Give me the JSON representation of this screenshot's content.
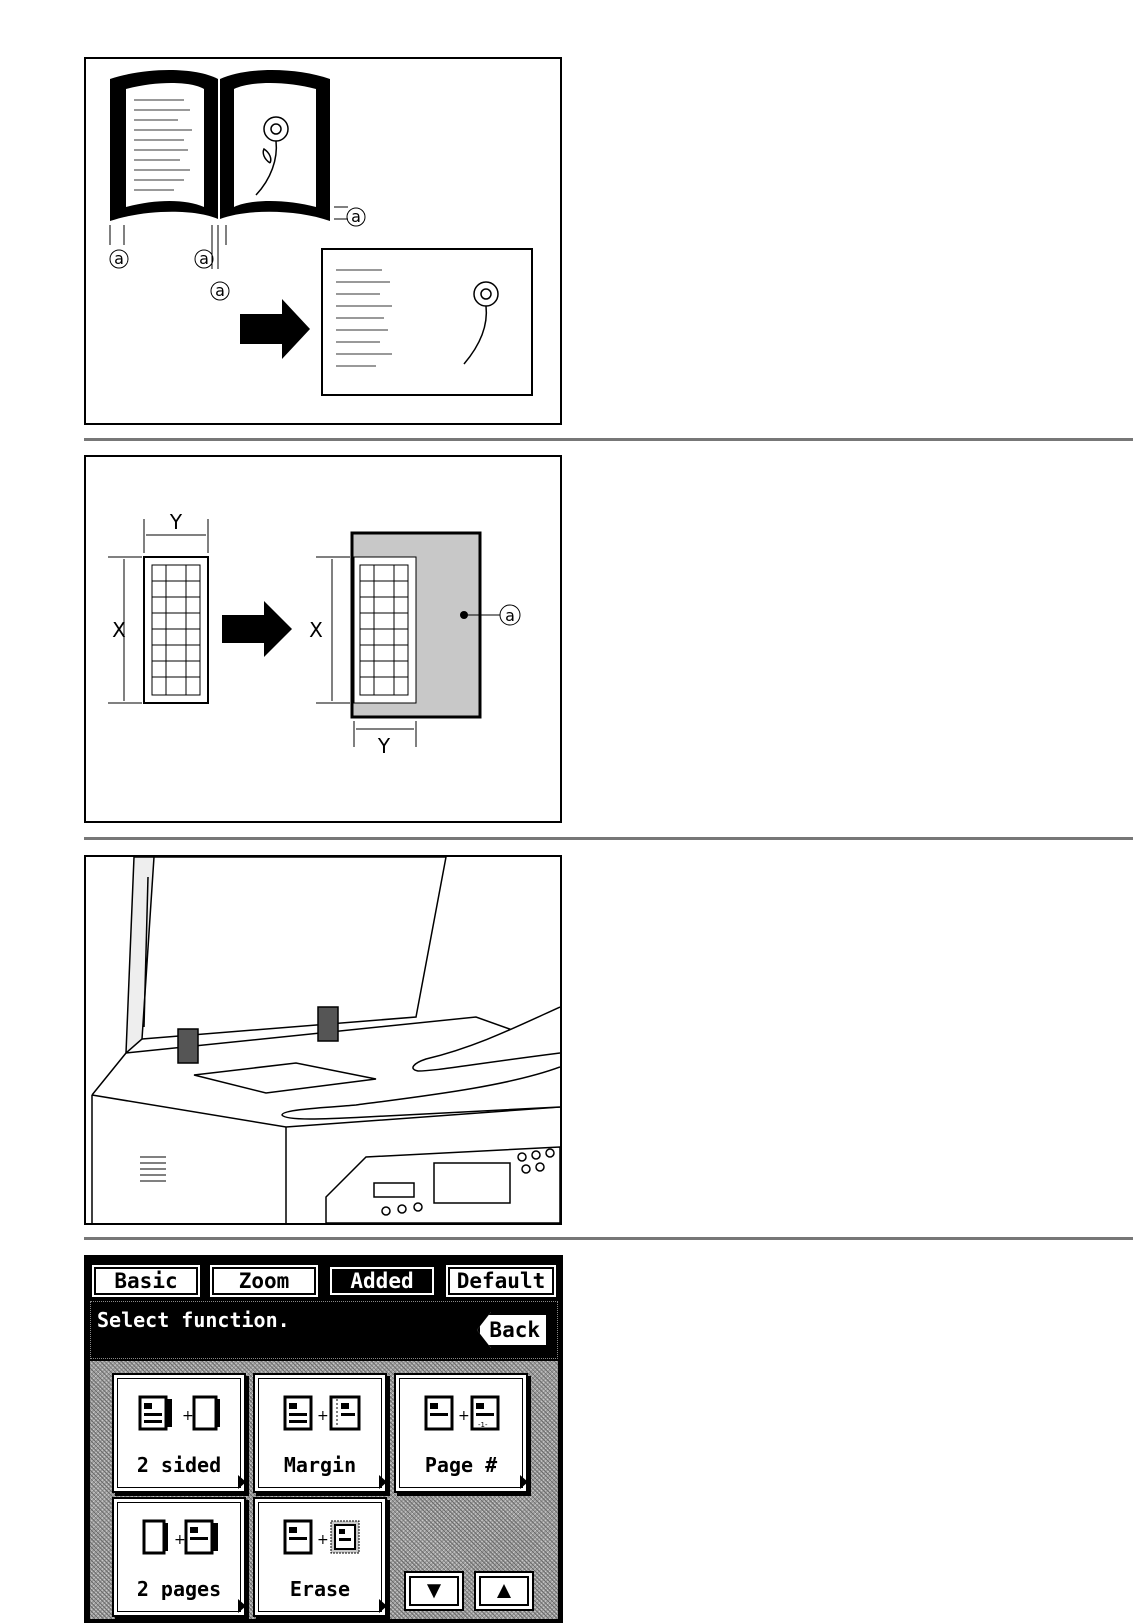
{
  "figure1": {
    "callout": "a"
  },
  "figure2": {
    "label_x": "X",
    "label_y": "Y",
    "callout": "a"
  },
  "touch_panel": {
    "tabs": [
      {
        "label": "Basic",
        "active": false
      },
      {
        "label": "Zoom",
        "active": false
      },
      {
        "label": "Added",
        "active": true
      },
      {
        "label": "Default",
        "active": false
      }
    ],
    "message": "Select function.",
    "back_label": "Back",
    "functions": [
      {
        "label": "2 sided",
        "icon": "duplex-icon"
      },
      {
        "label": "Margin",
        "icon": "margin-icon"
      },
      {
        "label": "Page #",
        "icon": "page-number-icon"
      },
      {
        "label": "2 pages",
        "icon": "two-pages-icon"
      },
      {
        "label": "Erase",
        "icon": "erase-icon"
      }
    ],
    "scroll_down": "▼",
    "scroll_up": "▲"
  }
}
